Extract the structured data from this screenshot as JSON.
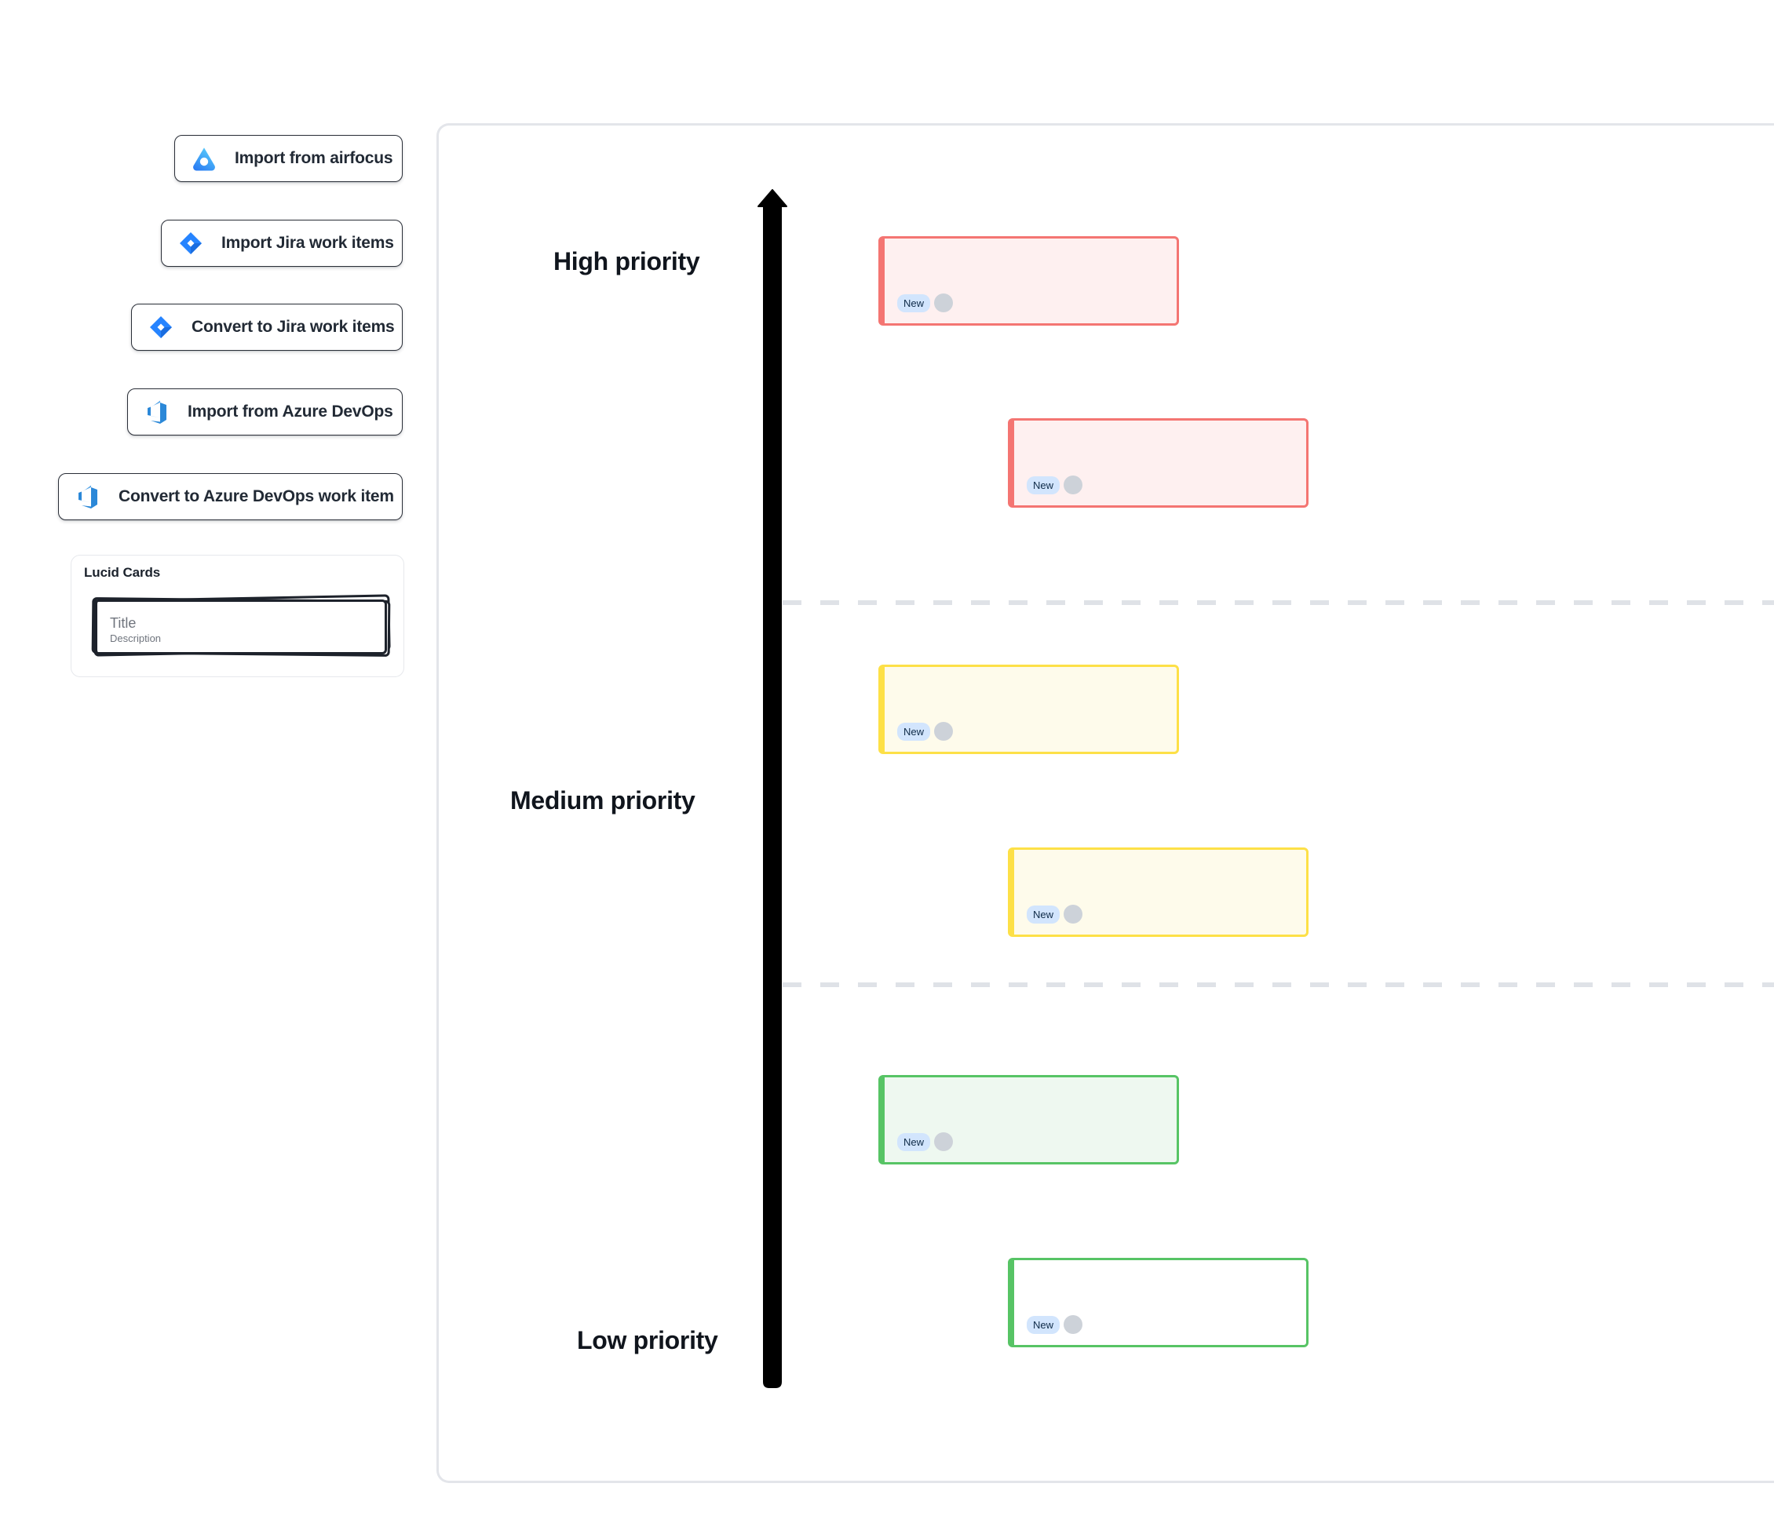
{
  "toolbar": {
    "buttons": [
      {
        "id": "import-airfocus",
        "label": "Import from airfocus",
        "icon": "airfocus-icon"
      },
      {
        "id": "import-jira",
        "label": "Import Jira work items",
        "icon": "jira-icon"
      },
      {
        "id": "convert-jira",
        "label": "Convert to Jira work items",
        "icon": "jira-icon"
      },
      {
        "id": "import-azure-devops",
        "label": "Import from Azure DevOps",
        "icon": "azure-devops-icon"
      },
      {
        "id": "convert-azure-devops",
        "label": "Convert to Azure DevOps work item",
        "icon": "azure-devops-icon"
      }
    ]
  },
  "lucid_cards": {
    "panel_title": "Lucid Cards",
    "card_title": "Title",
    "card_description": "Description"
  },
  "canvas": {
    "axis": {
      "direction": "up",
      "labels": {
        "high": "High priority",
        "medium": "Medium priority",
        "low": "Low priority"
      }
    },
    "notes": [
      {
        "id": "high-1",
        "priority": "High priority",
        "badge": "New",
        "border_color": "#f4685f",
        "fill_color": "#fdeeec"
      },
      {
        "id": "high-2",
        "priority": "High priority",
        "badge": "New",
        "border_color": "#f4685f",
        "fill_color": "#fdeeec"
      },
      {
        "id": "medium-1",
        "priority": "Medium priority",
        "badge": "New",
        "border_color": "#f8d63c",
        "fill_color": "#fefcec"
      },
      {
        "id": "medium-2",
        "priority": "Medium priority",
        "badge": "New",
        "border_color": "#f8d63c",
        "fill_color": "#fefcec"
      },
      {
        "id": "low-1",
        "priority": "Low priority",
        "badge": "New",
        "border_color": "#4fbd5e",
        "fill_color": "#eff9f0"
      },
      {
        "id": "low-2",
        "priority": "Low priority",
        "badge": "New",
        "border_color": "#4fbd5e",
        "fill_color": "#ffffff"
      }
    ]
  },
  "colors": {
    "high": "#f4685f",
    "medium": "#f8d63c",
    "low": "#4fbd5e",
    "badge_bg": "#cfe3fb",
    "badge_text": "#0e2a47",
    "canvas_border": "#e4e6ea",
    "divider": "#dfe2e7",
    "text": "#10151d"
  }
}
